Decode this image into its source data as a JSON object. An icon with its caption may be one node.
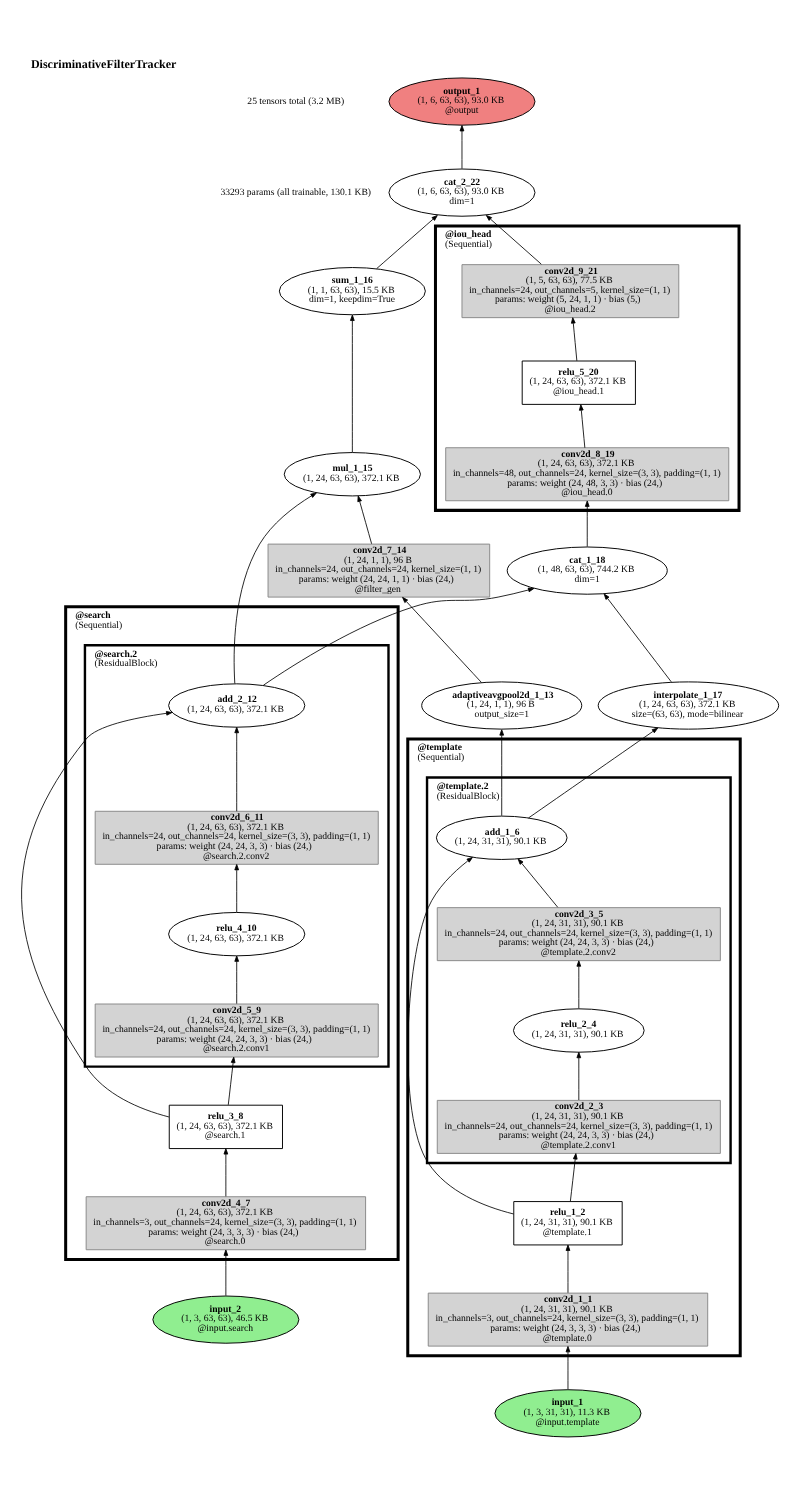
{
  "diagram": {
    "title": "DiscriminativeFilterTracker",
    "nodes": [
      {
        "text": [
          "output_1",
          "(1, 6, 63, 63), 93.0 KB",
          "@output"
        ]
      },
      {
        "text": [
          "cat_2_22",
          "(1, 6, 63, 63), 93.0 KB",
          "dim=1"
        ]
      },
      {
        "text": [
          "@iou_head",
          "(Sequential)"
        ]
      },
      {
        "text": [
          "conv2d_9_21",
          "(1, 5, 63, 63), 77.5 KB",
          "in_channels=24, out_channels=5, kernel_size=(1, 1)",
          "params: weight (5, 24, 1, 1) · bias (5,)",
          "@iou_head.2"
        ],
        "in": 2
      },
      {
        "text": [
          "relu_5_20",
          "(1, 24, 63, 63), 372.1 KB",
          "@iou_head.1"
        ],
        "in": 2
      },
      {
        "text": [
          "conv2d_8_19",
          "(1, 24, 63, 63), 372.1 KB",
          "in_channels=48, out_channels=24, kernel_size=(3, 3), padding=(1, 1)",
          "params: weight (24, 48, 3, 3) · bias (24,)",
          "@iou_head.0"
        ],
        "in": 2
      },
      {
        "text": [
          "sum_1_16",
          "(1, 1, 63, 63), 15.5 KB",
          "dim=1, keepdim=True"
        ]
      },
      {
        "text": [
          "mul_1_15",
          "(1, 24, 63, 63), 372.1 KB"
        ]
      },
      {
        "text": [
          "conv2d_7_14",
          "(1, 24, 1, 1), 96 B",
          "in_channels=24, out_channels=24, kernel_size=(1, 1)",
          "params: weight (24, 24, 1, 1) · bias (24,)",
          "@filter_gen"
        ]
      },
      {
        "text": [
          "cat_1_18",
          "(1, 48, 63, 63), 744.2 KB",
          "dim=1"
        ]
      },
      {
        "text": [
          "@search",
          "(Sequential)"
        ]
      },
      {
        "text": [
          "@search.2",
          "(ResidualBlock)"
        ],
        "in": 10
      },
      {
        "text": [
          "add_2_12",
          "(1, 24, 63, 63), 372.1 KB"
        ],
        "in": 11
      },
      {
        "text": [
          "conv2d_6_11",
          "(1, 24, 63, 63), 372.1 KB",
          "in_channels=24, out_channels=24, kernel_size=(3, 3), padding=(1, 1)",
          "params: weight (24, 24, 3, 3) · bias (24,)",
          "@search.2.conv2"
        ],
        "in": 11
      },
      {
        "text": [
          "relu_4_10",
          "(1, 24, 63, 63), 372.1 KB"
        ],
        "in": 11
      },
      {
        "text": [
          "conv2d_5_9",
          "(1, 24, 63, 63), 372.1 KB",
          "in_channels=24, out_channels=24, kernel_size=(3, 3), padding=(1, 1)",
          "params: weight (24, 24, 3, 3) · bias (24,)",
          "@search.2.conv1"
        ],
        "in": 11
      },
      {
        "text": [
          "relu_3_8",
          "(1, 24, 63, 63), 372.1 KB",
          "@search.1"
        ],
        "in": 10
      },
      {
        "text": [
          "conv2d_4_7",
          "(1, 24, 63, 63), 372.1 KB",
          "in_channels=3, out_channels=24, kernel_size=(3, 3), padding=(1, 1)",
          "params: weight (24, 3, 3, 3) · bias (24,)",
          "@search.0"
        ],
        "in": 10
      },
      {
        "text": [
          "input_2",
          "(1, 3, 63, 63), 46.5 KB",
          "@input.search"
        ]
      },
      {
        "text": [
          "adaptiveavgpool2d_1_13",
          "(1, 24, 1, 1), 96 B",
          "output_size=1"
        ]
      },
      {
        "text": [
          "interpolate_1_17",
          "(1, 24, 63, 63), 372.1 KB",
          "size=(63, 63), mode=bilinear"
        ]
      },
      {
        "text": [
          "@template",
          "(Sequential)"
        ]
      },
      {
        "text": [
          "@template.2",
          "(ResidualBlock)"
        ],
        "in": 21
      },
      {
        "text": [
          "add_1_6",
          "(1, 24, 31, 31), 90.1 KB"
        ],
        "in": 22
      },
      {
        "text": [
          "conv2d_3_5",
          "(1, 24, 31, 31), 90.1 KB",
          "in_channels=24, out_channels=24, kernel_size=(3, 3), padding=(1, 1)",
          "params: weight (24, 24, 3, 3) · bias (24,)",
          "@template.2.conv2"
        ],
        "in": 22
      },
      {
        "text": [
          "relu_2_4",
          "(1, 24, 31, 31), 90.1 KB"
        ],
        "in": 22
      },
      {
        "text": [
          "conv2d_2_3",
          "(1, 24, 31, 31), 90.1 KB",
          "in_channels=24, out_channels=24, kernel_size=(3, 3), padding=(1, 1)",
          "params: weight (24, 24, 3, 3) · bias (24,)",
          "@template.2.conv1"
        ],
        "in": 22
      },
      {
        "text": [
          "relu_1_2",
          "(1, 24, 31, 31), 90.1 KB",
          "@template.1"
        ],
        "in": 21
      },
      {
        "text": [
          "conv2d_1_1",
          "(1, 24, 31, 31), 90.1 KB",
          "in_channels=3, out_channels=24, kernel_size=(3, 3), padding=(1, 1)",
          "params: weight (24, 3, 3, 3) · bias (24,)",
          "@template.0"
        ],
        "in": 21
      },
      {
        "text": [
          "input_1",
          "(1, 3, 31, 31), 11.3 KB",
          "@input.template"
        ]
      }
    ],
    "edges": [
      {
        "from": 18,
        "to": 17,
        "arrow": "to"
      },
      {
        "from": 17,
        "to": 16,
        "arrow": "to"
      },
      {
        "from": 16,
        "to": 15,
        "arrow": "to"
      },
      {
        "from": 15,
        "to": 14,
        "arrow": "to"
      },
      {
        "from": 14,
        "to": 13,
        "arrow": "to"
      },
      {
        "from": 13,
        "to": 12,
        "arrow": "to"
      },
      {
        "from": 16,
        "to": 12,
        "arrow": "to"
      },
      {
        "from": 29,
        "to": 28,
        "arrow": "to"
      },
      {
        "from": 28,
        "to": 27,
        "arrow": "to"
      },
      {
        "from": 27,
        "to": 26,
        "arrow": "to"
      },
      {
        "from": 26,
        "to": 25,
        "arrow": "to"
      },
      {
        "from": 25,
        "to": 24,
        "arrow": "to"
      },
      {
        "from": 24,
        "to": 23,
        "arrow": "to"
      },
      {
        "from": 27,
        "to": 23,
        "arrow": "to"
      },
      {
        "from": 23,
        "to": 19,
        "arrow": "to"
      },
      {
        "from": 23,
        "to": 20,
        "arrow": "to"
      },
      {
        "from": 19,
        "to": 8,
        "arrow": "to"
      },
      {
        "from": 12,
        "to": 7,
        "arrow": "to"
      },
      {
        "from": 8,
        "to": 7,
        "arrow": "to"
      },
      {
        "from": 12,
        "to": 9,
        "arrow": "to"
      },
      {
        "from": 20,
        "to": 9,
        "arrow": "to"
      },
      {
        "from": 7,
        "to": 6,
        "arrow": "to"
      },
      {
        "from": 6,
        "to": 1,
        "arrow": "to"
      },
      {
        "from": 9,
        "to": 5,
        "arrow": "to"
      },
      {
        "from": 5,
        "to": 4,
        "arrow": "to"
      },
      {
        "from": 4,
        "to": 3,
        "arrow": "to"
      },
      {
        "from": 3,
        "to": 1,
        "arrow": "to"
      },
      {
        "from": 1,
        "to": 0,
        "arrow": "to"
      }
    ],
    "labels": [
      "25 tensors total (3.2 MB)",
      "33293 params (all trainable, 130.1 KB)"
    ]
  }
}
